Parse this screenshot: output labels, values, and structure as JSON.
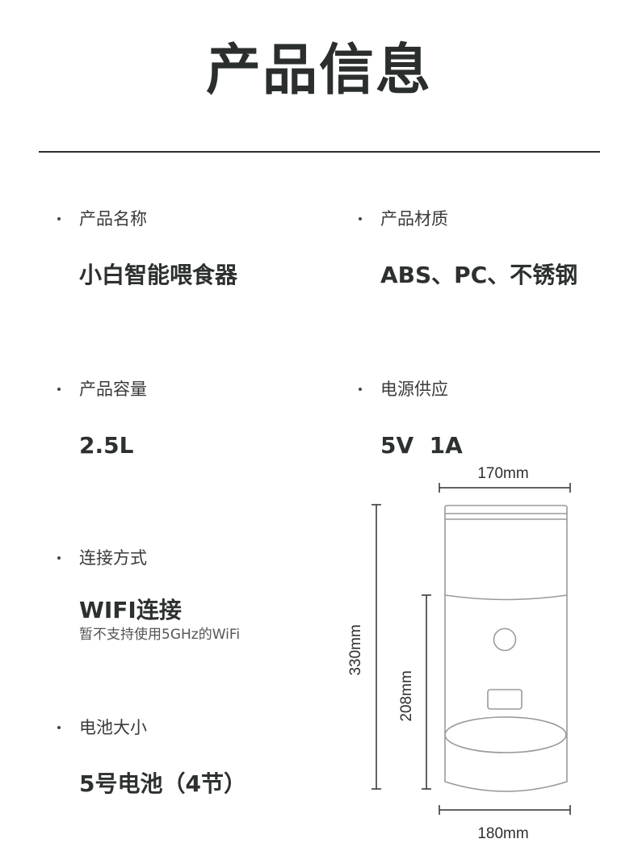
{
  "title": "产品信息",
  "specs": [
    {
      "label": "产品名称",
      "value": "小白智能喂食器"
    },
    {
      "label": "产品材质",
      "value": "ABS、PC、不锈钢"
    },
    {
      "label": "产品容量",
      "value": "2.5L"
    },
    {
      "label": "电源供应",
      "value": "5V  1A"
    },
    {
      "label": "连接方式",
      "value": "WIFI连接",
      "note": "暂不支持使用5GHz的WiFi"
    },
    {
      "label": "电池大小",
      "value": "5号电池（4节）"
    }
  ],
  "dimensions": {
    "top_width": "170mm",
    "bottom_width": "180mm",
    "total_height": "330mm",
    "body_height": "208mm"
  },
  "colors": {
    "text": "#2c302e",
    "outline": "#9a9a9a"
  }
}
